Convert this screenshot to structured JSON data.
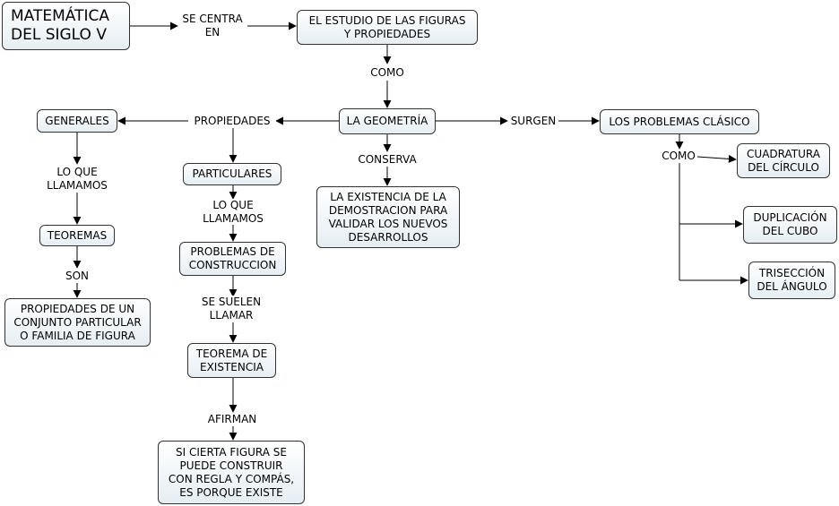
{
  "title": "MATEMÁTICA\nDEL SIGLO V",
  "nodes": {
    "estudio": "EL ESTUDIO DE LAS FIGURAS\nY PROPIEDADES",
    "geometria": "LA GEOMETRÍA",
    "generales": "GENERALES",
    "particulares": "PARTICULARES",
    "teoremas": "TEOREMAS",
    "prop_conjunto": "PROPIEDADES DE UN\nCONJUNTO PARTICULAR\nO FAMILIA DE FIGURA",
    "problemas_construccion": "PROBLEMAS DE\nCONSTRUCCION",
    "teorema_existencia": "TEOREMA DE\nEXISTENCIA",
    "si_cierta": "SI CIERTA FIGURA SE\nPUEDE CONSTRUIR\nCON REGLA Y COMPÁS,\nES PORQUE EXISTE",
    "existencia_demo": "LA EXISTENCIA DE LA\nDEMOSTRACION PARA\nVALIDAR LOS NUEVOS\nDESARROLLOS",
    "problemas_clasico": "LOS PROBLEMAS CLÁSICO",
    "cuadratura": "CUADRATURA\nDEL CÍRCULO",
    "duplicacion": "DUPLICACIÓN\nDEL CUBO",
    "triseccion": "TRISECCIÓN\nDEL ÁNGULO"
  },
  "links": {
    "se_centra": "SE CENTRA\nEN",
    "como_1": "COMO",
    "propiedades": "PROPIEDADES",
    "conserva": "CONSERVA",
    "surgen": "SURGEN",
    "lo_que_1": "LO QUE\nLLAMAMOS",
    "lo_que_2": "LO QUE\nLLAMAMOS",
    "son": "SON",
    "se_suelen": "SE SUELEN\nLLAMAR",
    "afirman": "AFIRMAN",
    "como_2": "COMO"
  }
}
